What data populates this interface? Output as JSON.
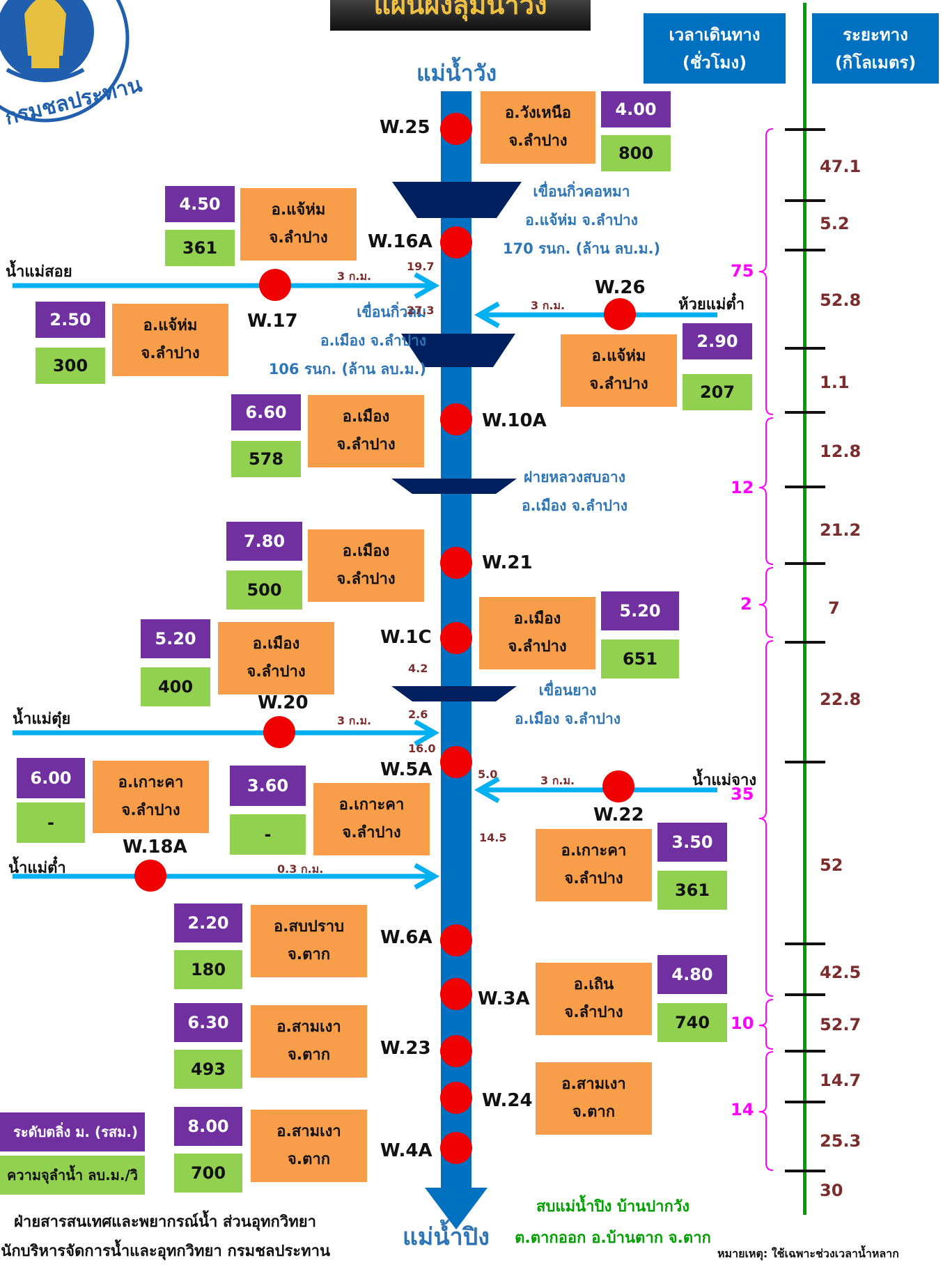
{
  "header": {
    "title": "แผนผังลุ่มน้ำวัง",
    "col_time": "เวลาเดินทาง\n(ชั่วโมง)",
    "col_distance": "ระยะทาง\n(กิโลเมตร)",
    "logo_text": "กรมชลประทาน"
  },
  "river": {
    "top_label": "แม่น้ำวัง",
    "bottom_label": "แม่น้ำปิง"
  },
  "stations": [
    {
      "code": "W.25",
      "district": "อ.วังเหนือ\nจ.ลำปาง",
      "level": "4.00",
      "capacity": "800"
    },
    {
      "code": "W.16A",
      "district": "อ.แจ้ห่ม\nจ.ลำปาง",
      "level": "4.50",
      "capacity": "361"
    },
    {
      "code": "W.17",
      "district": "อ.แจ้ห่ม\nจ.ลำปาง",
      "level": "2.50",
      "capacity": "300"
    },
    {
      "code": "W.26",
      "district": "อ.แจ้ห่ม\nจ.ลำปาง",
      "level": "2.90",
      "capacity": "207"
    },
    {
      "code": "W.10A",
      "district": "อ.เมือง\nจ.ลำปาง",
      "level": "6.60",
      "capacity": "578"
    },
    {
      "code": "W.21",
      "district": "อ.เมือง\nจ.ลำปาง",
      "level": "7.80",
      "capacity": "500"
    },
    {
      "code": "W.1C",
      "district": "อ.เมือง\nจ.ลำปาง",
      "level": "5.20",
      "capacity": "651"
    },
    {
      "code": "W.20",
      "district": "อ.เมือง\nจ.ลำปาง",
      "level": "5.20",
      "capacity": "400"
    },
    {
      "code": "W.5A",
      "district": "อ.เกาะคา\nจ.ลำปาง",
      "level": "3.60",
      "capacity": "-"
    },
    {
      "code": "W.18A",
      "district": "อ.เกาะคา\nจ.ลำปาง",
      "level": "6.00",
      "capacity": "-"
    },
    {
      "code": "W.22",
      "district": "อ.เกาะคา\nจ.ลำปาง",
      "level": "3.50",
      "capacity": "361"
    },
    {
      "code": "W.6A",
      "district": "อ.สบปราบ\nจ.ตาก",
      "level": "2.20",
      "capacity": "180"
    },
    {
      "code": "W.3A",
      "district": "อ.เถิน\nจ.ลำปาง",
      "level": "4.80",
      "capacity": "740"
    },
    {
      "code": "W.23",
      "district": "อ.สามเงา\nจ.ตาก",
      "level": "6.30",
      "capacity": "493"
    },
    {
      "code": "W.24",
      "district": "อ.สามเงา\nจ.ตาก",
      "level": "",
      "capacity": ""
    },
    {
      "code": "W.4A",
      "district": "อ.สามเงา\nจ.ตาก",
      "level": "8.00",
      "capacity": "700"
    }
  ],
  "dams": [
    {
      "text": "เขื่อนกิ่วคอหมา\nอ.แจ้ห่ม จ.ลำปาง\n170 รนก. (ล้าน ลบ.ม.)"
    },
    {
      "text": "เขื่อนกิ่วลม\nอ.เมือง จ.ลำปาง\n106 รนก. (ล้าน ลบ.ม.)"
    },
    {
      "text": "ฝายหลวงสบอาง\nอ.เมือง จ.ลำปาง"
    },
    {
      "text": "เขื่อนยาง\nอ.เมือง จ.ลำปาง"
    }
  ],
  "tributaries": [
    {
      "name": "น้ำแม่สอย",
      "dist": "3 ก.ม."
    },
    {
      "name": "ห้วยแม่ต๋ำ",
      "dist": "3 ก.ม."
    },
    {
      "name": "น้ำแม่ตุ๋ย",
      "dist": "3 ก.ม."
    },
    {
      "name": "น้ำแม่จาง",
      "dist": "3 ก.ม."
    },
    {
      "name": "น้ำแม่ต๋ำ",
      "dist": "0.3 ก.ม."
    }
  ],
  "segment_km": [
    "19.7",
    "27.3",
    "4.2",
    "2.6",
    "16.0",
    "5.0",
    "14.5"
  ],
  "scale": {
    "distances": [
      "47.1",
      "5.2",
      "52.8",
      "1.1",
      "12.8",
      "21.2",
      "7",
      "22.8",
      "52",
      "42.5",
      "52.7",
      "14.7",
      "25.3",
      "30"
    ],
    "hours": [
      "75",
      "12",
      "2",
      "35",
      "10",
      "14"
    ]
  },
  "legend": {
    "level": "ระดับตลิ่ง ม. (รสม.)",
    "capacity": "ความจุลำน้ำ ลบ.ม./วิ"
  },
  "confluence": "สบแม่น้ำปิง บ้านปากวัง\nต.ตากออก อ.บ้านตาก จ.ตาก",
  "footer": {
    "line1": "ฝ่ายสารสนเทศและพยากรณ์น้ำ ส่วนอุทกวิทยา",
    "line2": "สำนักบริหารจัดการน้ำและอุทกวิทยา กรมชลประทาน",
    "note": "หมายเหตุ: ใช้เฉพาะช่วงเวลาน้ำหลาก"
  },
  "colors": {
    "river": "#0070c0",
    "tributary": "#00b0f0",
    "station": "#f00000",
    "dam": "#002060",
    "scale_line": "#00a000",
    "bracket": "#ff00ff"
  }
}
